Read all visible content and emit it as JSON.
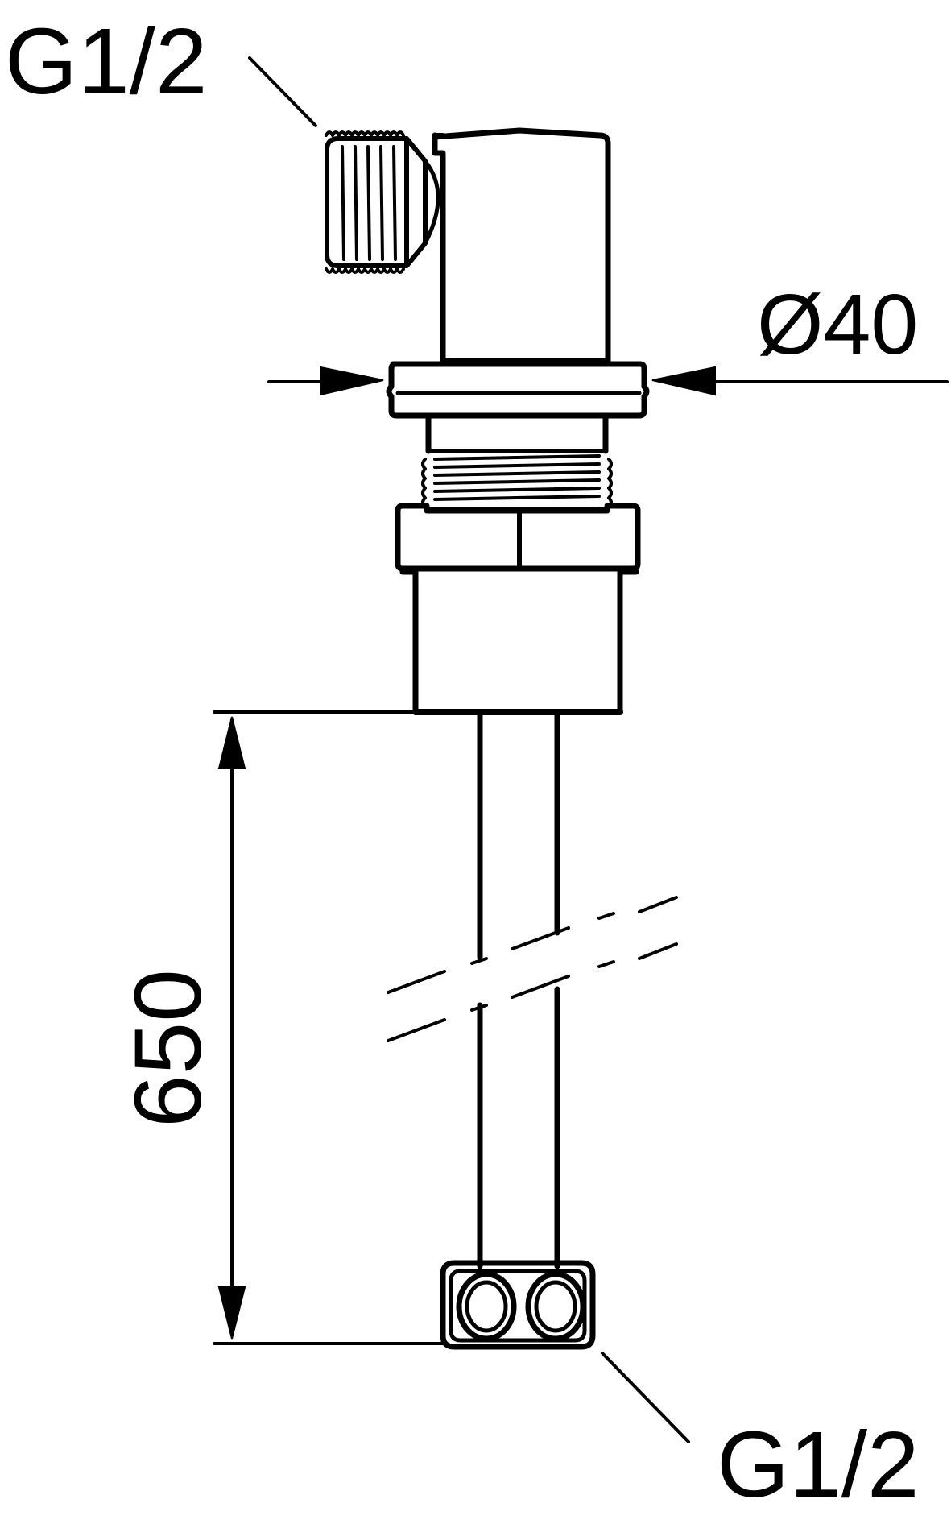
{
  "labels": {
    "inlet_thread": "G1/2",
    "outlet_thread": "G1/2",
    "diameter": "Ø40",
    "length": "650"
  },
  "colors": {
    "line": "#000000",
    "background": "#ffffff"
  }
}
